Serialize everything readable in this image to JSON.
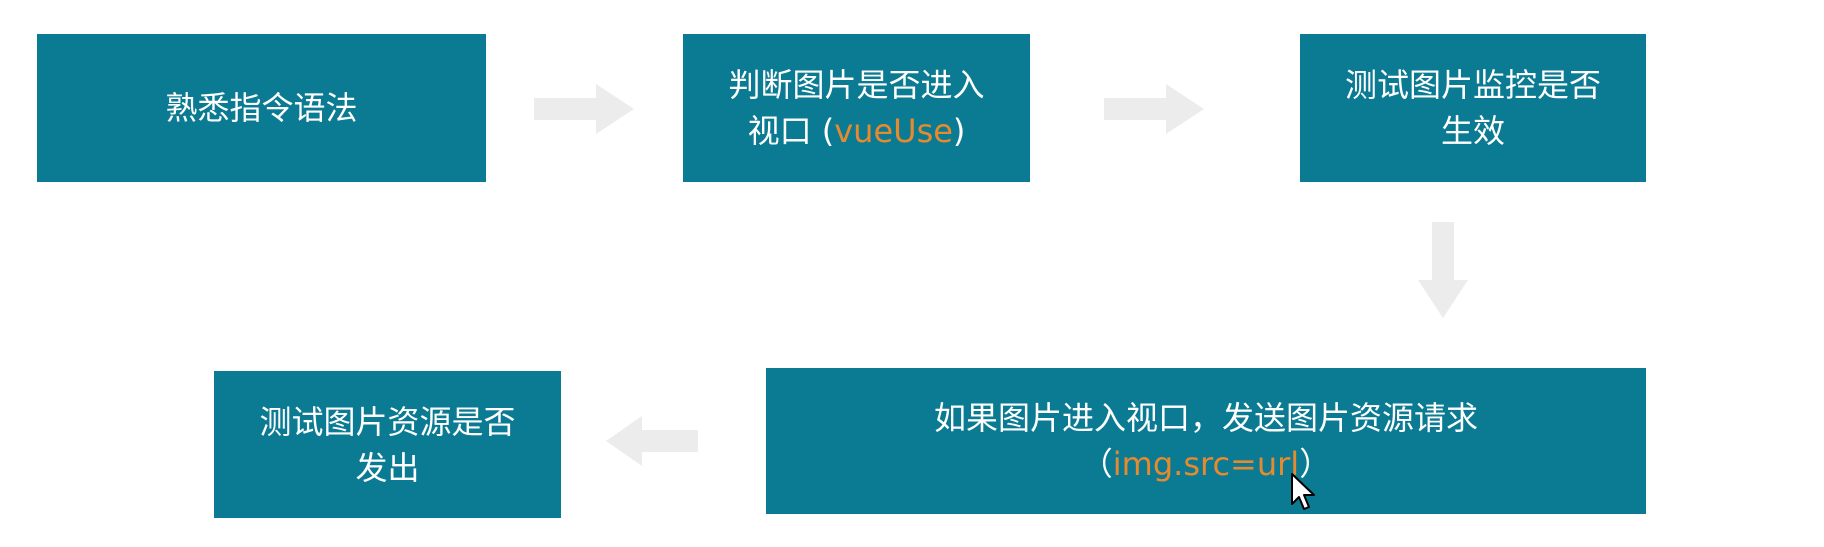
{
  "colors": {
    "box_fill": "#0b7a93",
    "box_text": "#ffffff",
    "highlight": "#e58a2e",
    "arrow": "#ececec",
    "background": "#ffffff"
  },
  "steps": [
    {
      "line1": "熟悉指令语法",
      "line2_prefix": "",
      "line2_highlight": "",
      "line2_suffix": ""
    },
    {
      "line1": "判断图片是否进入",
      "line2_prefix": "视口 (",
      "line2_highlight": "vueUse",
      "line2_suffix": ")"
    },
    {
      "line1": "测试图片监控是否",
      "line2_prefix": "生效",
      "line2_highlight": "",
      "line2_suffix": ""
    },
    {
      "line1": "如果图片进入视口，发送图片资源请求",
      "line2_prefix": "（",
      "line2_highlight": "img.src=url",
      "line2_suffix": "）"
    },
    {
      "line1": "测试图片资源是否",
      "line2_prefix": "发出",
      "line2_highlight": "",
      "line2_suffix": ""
    }
  ],
  "arrows": [
    {
      "from": 1,
      "to": 2,
      "direction": "right"
    },
    {
      "from": 2,
      "to": 3,
      "direction": "right"
    },
    {
      "from": 3,
      "to": 4,
      "direction": "down"
    },
    {
      "from": 4,
      "to": 5,
      "direction": "left"
    }
  ],
  "cursor_icon": "mouse-pointer-icon"
}
